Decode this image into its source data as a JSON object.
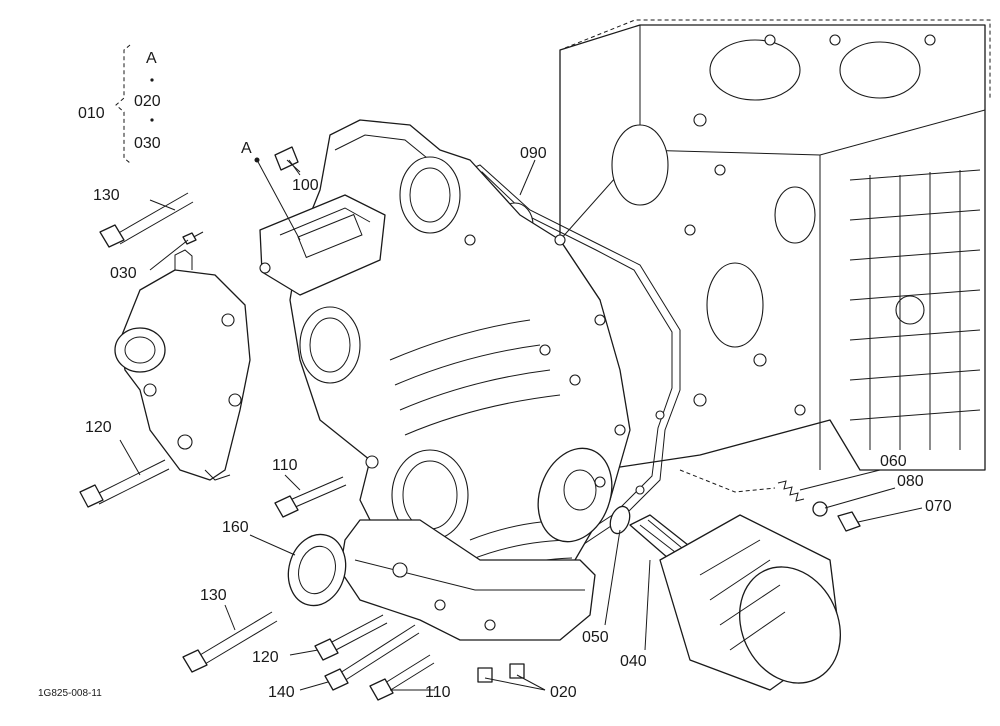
{
  "drawing_code": "1G825-008-11",
  "group_010": {
    "label": "010",
    "members": [
      "A",
      "020",
      "030"
    ]
  },
  "callout_A": "A",
  "parts": {
    "p020": "020",
    "p030": "030",
    "p040": "040",
    "p050": "050",
    "p060": "060",
    "p070": "070",
    "p080": "080",
    "p090": "090",
    "p100": "100",
    "p110_upper": "110",
    "p110_lower": "110",
    "p120_left": "120",
    "p120_bottom": "120",
    "p130_upper": "130",
    "p130_lower": "130",
    "p140": "140",
    "p160": "160"
  }
}
